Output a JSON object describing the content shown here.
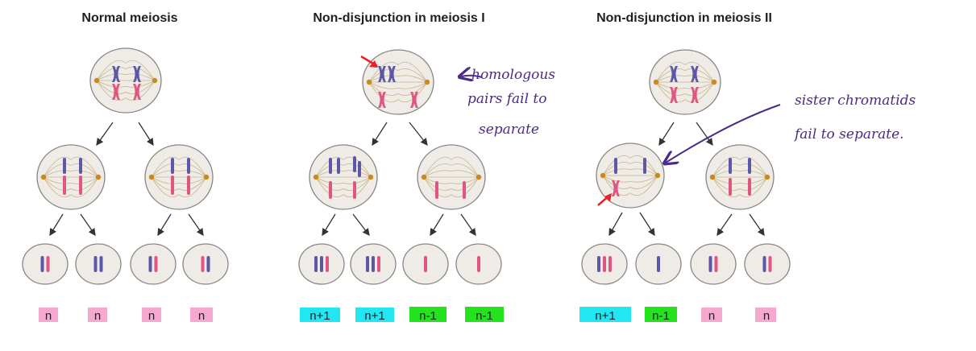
{
  "panels": [
    {
      "title": "Normal meiosis",
      "labels": [
        {
          "text": "n",
          "color": "#f7a8d0"
        },
        {
          "text": "n",
          "color": "#f7a8d0"
        },
        {
          "text": "n",
          "color": "#f7a8d0"
        },
        {
          "text": "n",
          "color": "#f7a8d0"
        }
      ]
    },
    {
      "title": "Non-disjunction in meiosis I",
      "labels": [
        {
          "text": "n+1",
          "color": "#22e6f2"
        },
        {
          "text": "n+1",
          "color": "#22e6f2"
        },
        {
          "text": "n-1",
          "color": "#22e31d"
        },
        {
          "text": "n-1",
          "color": "#22e31d"
        }
      ]
    },
    {
      "title": "Non-disjunction in meiosis II",
      "labels": [
        {
          "text": "n+1",
          "color": "#22e6f2"
        },
        {
          "text": "n-1",
          "color": "#22e31d"
        },
        {
          "text": "n",
          "color": "#f7a8d0"
        },
        {
          "text": "n",
          "color": "#f7a8d0"
        }
      ]
    }
  ],
  "annotations": {
    "meiosis1": [
      "homologous",
      "pairs fail to",
      "separate"
    ],
    "meiosis2": [
      "sister chromatids",
      "fail to separate."
    ]
  },
  "colors": {
    "chromosome_blue": "#5c57a6",
    "chromosome_pink": "#e05581",
    "handwriting": "#4b2a8c",
    "pointer_arrow": "#e8202a"
  }
}
